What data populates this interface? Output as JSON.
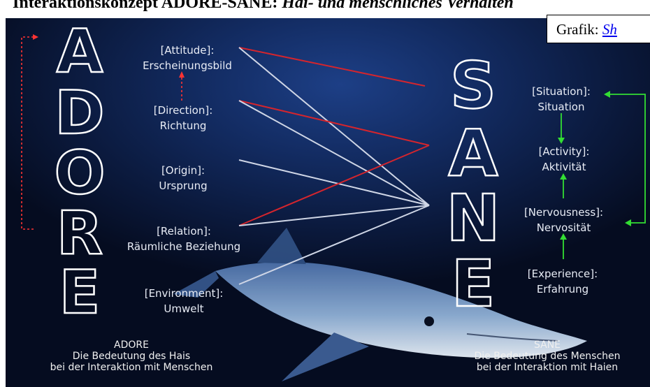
{
  "title": {
    "prefix": "Interaktionskonzept ADORE-SANE:",
    "italic": "Hai- und menschliches Verhalten"
  },
  "credit": {
    "label": "Grafik:",
    "link": "Sh"
  },
  "adore": {
    "letters": [
      "A",
      "D",
      "O",
      "R",
      "E"
    ],
    "items": [
      {
        "en": "[Attitude]:",
        "de": "Erscheinungsbild"
      },
      {
        "en": "[Direction]:",
        "de": "Richtung"
      },
      {
        "en": "[Origin]:",
        "de": "Ursprung"
      },
      {
        "en": "[Relation]:",
        "de": "Räumliche Beziehung"
      },
      {
        "en": "[Environment]:",
        "de": "Umwelt"
      }
    ],
    "footer": [
      "ADORE",
      "Die Bedeutung des Hais",
      "bei der Interaktion mit Menschen"
    ]
  },
  "sane": {
    "letters": [
      "S",
      "A",
      "N",
      "E"
    ],
    "items": [
      {
        "en": "[Situation]:",
        "de": "Situation"
      },
      {
        "en": "[Activity]:",
        "de": "Aktivität"
      },
      {
        "en": "[Nervousness]:",
        "de": "Nervosität"
      },
      {
        "en": "[Experience]:",
        "de": "Erfahrung"
      }
    ],
    "footer": [
      "SANE",
      "Die Bedeutung des Menschen",
      "bei der Interaktion mit Haien"
    ]
  },
  "colors": {
    "red_link": "#d4252d",
    "white_link": "#cfd6e6",
    "green_arrow": "#33dd33",
    "red_arrow": "#ff3333"
  }
}
